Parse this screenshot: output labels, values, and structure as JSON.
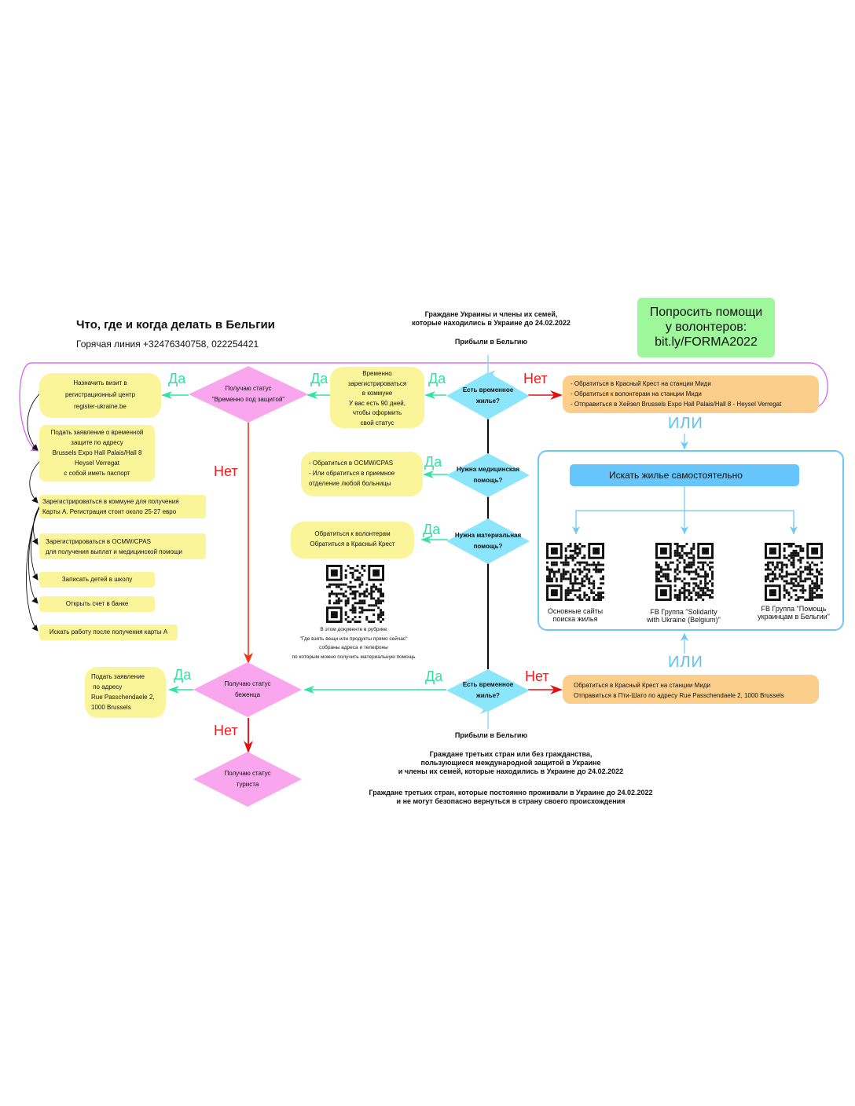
{
  "header": {
    "title": "Что, где и когда делать в Бельгии",
    "hotline": "Горячая линия +32476340758, 022254421"
  },
  "volunteer_help": {
    "lines": [
      "Попросить помощи",
      "у волонтеров:",
      "bit.ly/FORMA2022"
    ]
  },
  "top_group": {
    "lines": [
      "Граждане Украины и члены их семей,",
      "которые находились в Украине до 24.02.2022"
    ],
    "arrived": "Прибыли в Бельгию"
  },
  "bottom_group": {
    "arrived": "Прибыли в Бельгию",
    "group1": [
      "Граждане третьих стран или без гражданства,",
      "пользующиеся международной защитой в Украине",
      "и члены их семей, которые находились в Украине до 24.02.2022"
    ],
    "group2": [
      "Граждане третьих стран, которые постоянно проживали в Украине до 24.02.2022",
      "и не могут безопасно вернуться в страну своего происхождения"
    ]
  },
  "labels": {
    "yes": "Да",
    "no": "Нет",
    "or": "ИЛИ"
  },
  "decisions": {
    "housing_top": [
      "Есть временное",
      "жилье?"
    ],
    "medical": [
      "Нужна медицинская",
      "помощь?"
    ],
    "material": [
      "Нужна материальная",
      "помощь?"
    ],
    "housing_bottom": [
      "Есть временное",
      "жилье?"
    ],
    "temp_protection": [
      "Получаю статус",
      "\"Временно под защитой\""
    ],
    "refugee": [
      "Получаю статус",
      "беженца"
    ],
    "tourist": [
      "Получаю статус",
      "туриста"
    ]
  },
  "boxes": {
    "commune_temp": [
      "Временно",
      "зарегистрироваться",
      "в коммуне",
      "У вас есть 90 дней,",
      "чтобы оформить",
      "свой статус"
    ],
    "no_housing_top": [
      "- Обратиться в Красный Крест на станции Миди",
      "- Обратиться к волонтерам на станции Миди",
      "- Отправиться в Хейзел Brussels Expo Hall Palais/Hall 8 - Heysel Verregat"
    ],
    "medical_yes": [
      "- Обратиться в OCMW/CPAS",
      "- Или обратиться в приемное",
      "отделение любой больницы"
    ],
    "material_yes": [
      "Обратиться к волонтерам",
      "Обратиться в Красный Крест"
    ],
    "material_doc": [
      "В этом документе в рубрике",
      "\"Где взять вещи или продукты прямо сейчас\"",
      "собраны адреса и телефоны",
      "по которым можно получить материальную помощь"
    ],
    "no_housing_bottom": [
      "Обратиться в Красный Крест на станции Миди",
      "Отправиться в Пти-Шато по адресу Rue Passchendaele 2, 1000 Brussels"
    ],
    "refugee_yes": [
      "Подать заявление",
      " по адресу",
      "Rue Passchendaele 2,",
      "1000 Brussels"
    ]
  },
  "steps": [
    [
      "Назначить визит в",
      "регистрационный центр",
      "register-ukraine.be"
    ],
    [
      "Подать заявление о временной",
      "защите по адресу",
      "Brussels Expo Hall Palais/Hall 8",
      "Heysel Verregat",
      "с собой иметь паспорт"
    ],
    [
      "Зарегистрироваться в коммуне для получения",
      "Карты А. Регистрация стоит около 25-27 евро"
    ],
    [
      "Зарегистрироваться в OCMW/CPAS",
      "для получения выплат и медицинской помощи"
    ],
    [
      "Записать детей в школу"
    ],
    [
      "Открыть счет в банке"
    ],
    [
      "Искать работу после получения карты А"
    ]
  ],
  "self_search": {
    "title": "Искать жилье самостоятельно",
    "resources": [
      {
        "icon": "qr-code-icon",
        "lines": [
          "Основные сайты",
          "поиска жилья"
        ]
      },
      {
        "icon": "qr-code-icon",
        "lines": [
          "FB Группа \"Solidarity",
          "with Ukraine (Belgium)\""
        ]
      },
      {
        "icon": "qr-code-icon",
        "lines": [
          "FB Группа \"Помощь",
          "украинцам в Бельгии\""
        ]
      }
    ]
  },
  "colors": {
    "pink_decision": "#f9a6ee",
    "blue_decision": "#8ce6fb",
    "yellow_box": "#fbf59a",
    "orange_box": "#fbce8c",
    "green_box": "#9ef79a",
    "blue_box": "#66c6fb",
    "yes": "#2fe3a0",
    "no": "#ee1c1c",
    "or": "#5cc3f5",
    "magenta_line": "#d25cf0"
  }
}
